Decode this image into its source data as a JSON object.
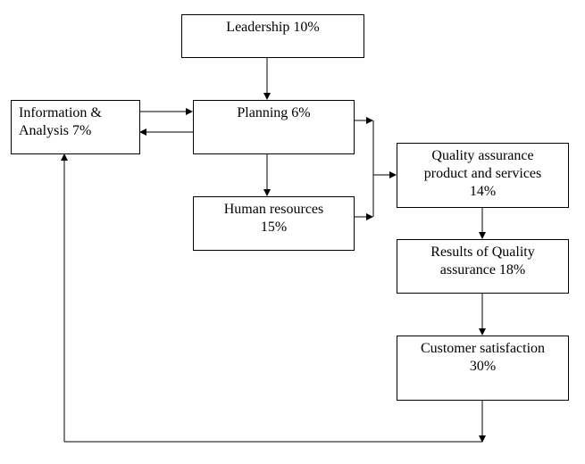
{
  "boxes": {
    "leadership": {
      "lines": [
        "Leadership 10%"
      ]
    },
    "information": {
      "lines": [
        "Information &",
        "Analysis 7%"
      ]
    },
    "planning": {
      "lines": [
        "Planning 6%"
      ]
    },
    "human_resources": {
      "lines": [
        "Human resources",
        "15%"
      ]
    },
    "quality_assurance": {
      "lines": [
        "Quality assurance",
        "product and services",
        "14%"
      ]
    },
    "results": {
      "lines": [
        "Results of Quality",
        "assurance 18%"
      ]
    },
    "customer": {
      "lines": [
        "Customer satisfaction",
        "30%"
      ]
    }
  }
}
